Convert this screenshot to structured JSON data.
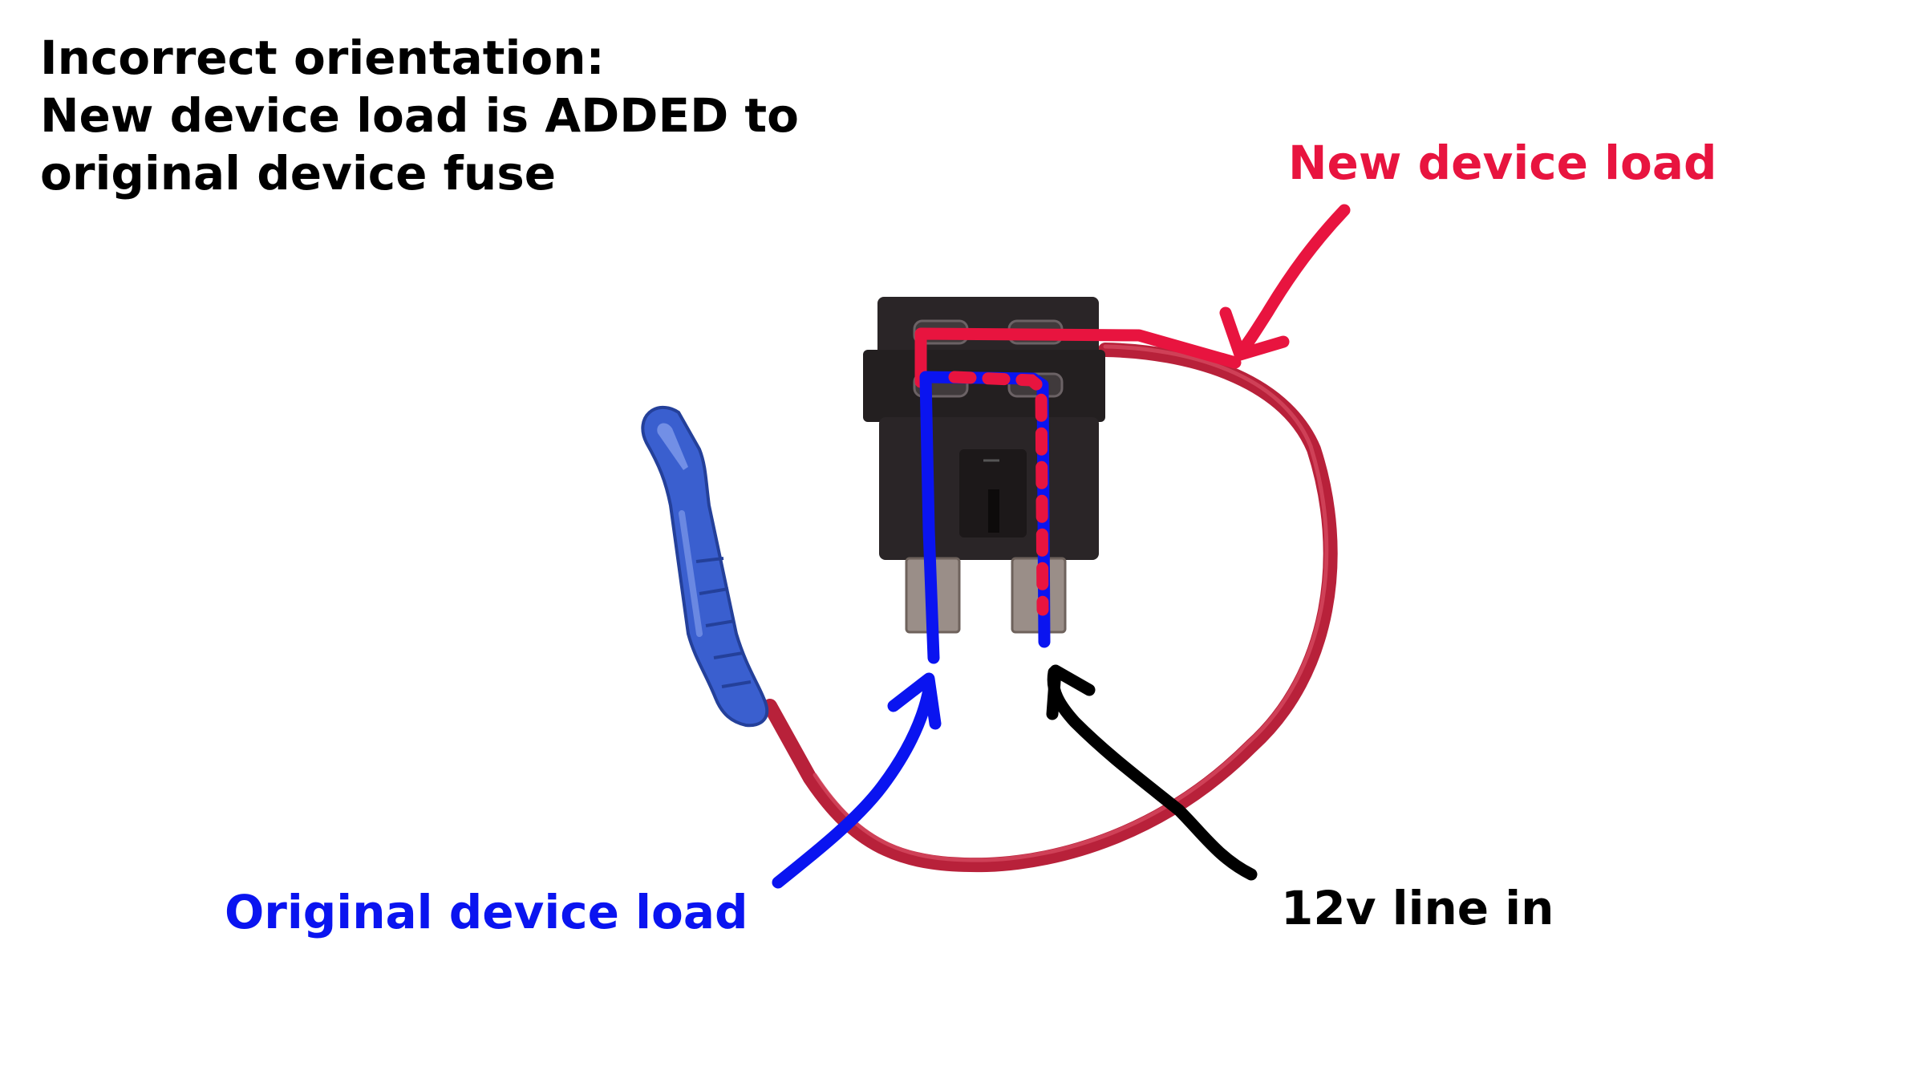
{
  "heading": {
    "lines": [
      "Incorrect orientation:",
      "New device load is ADDED to",
      "original device fuse"
    ]
  },
  "labels": {
    "new_device_load": "New device load",
    "original_device_load": "Original device load",
    "line_in": "12v line in"
  },
  "colors": {
    "new_load_red": "#e8143f",
    "original_load_blue": "#0a14f0",
    "line_in_black": "#000000",
    "wire_red": "#b8213a",
    "fuse_body": "#2a2527",
    "connector_blue": "#3a5fcf",
    "terminal_metal": "#9a8e88"
  }
}
